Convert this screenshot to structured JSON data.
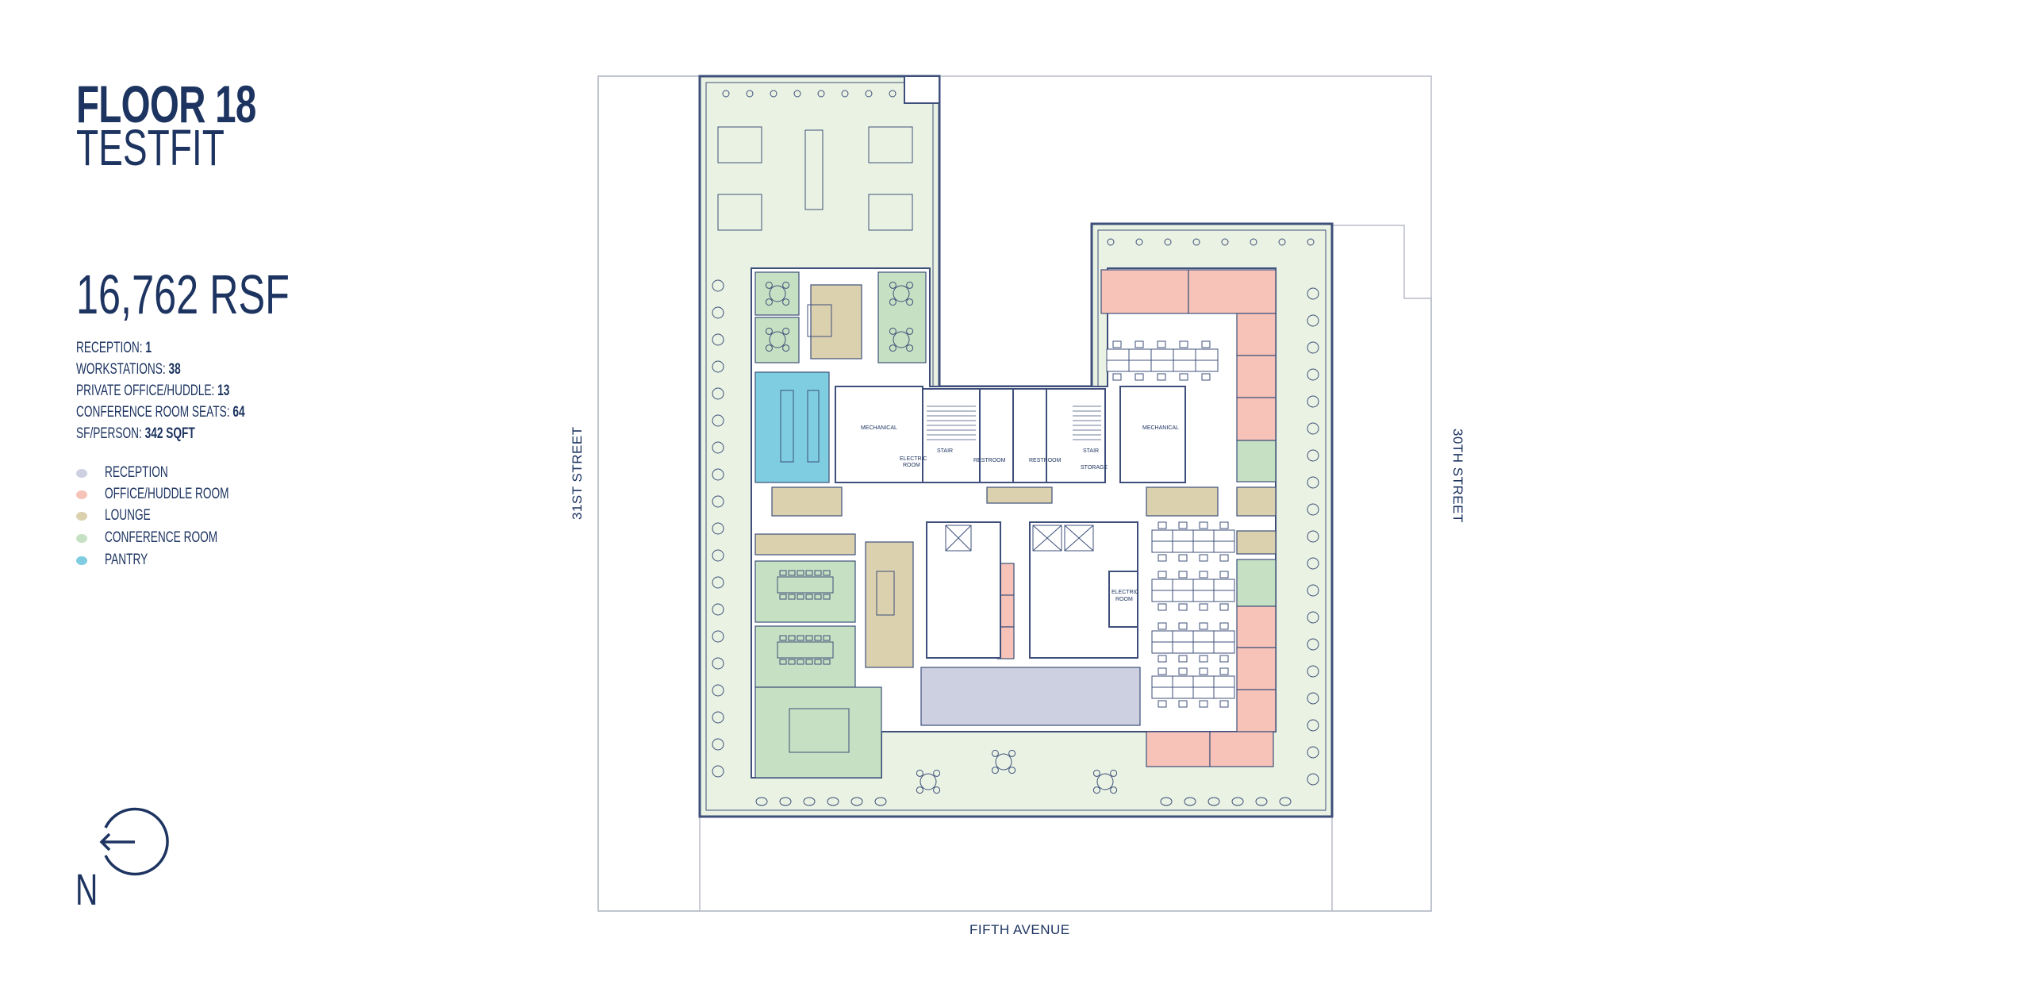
{
  "title": {
    "line1": "FLOOR 18",
    "line2": "TESTFIT"
  },
  "area": "16,762 RSF",
  "stats": [
    {
      "label": "RECEPTION: ",
      "value": "1"
    },
    {
      "label": "WORKSTATIONS: ",
      "value": "38"
    },
    {
      "label": "PRIVATE OFFICE/HUDDLE: ",
      "value": "13"
    },
    {
      "label": "CONFERENCE ROOM SEATS: ",
      "value": "64"
    },
    {
      "label": "SF/PERSON: ",
      "value": "342 SQFT"
    }
  ],
  "legend": [
    {
      "label": "RECEPTION",
      "color": "#ccd0e0"
    },
    {
      "label": "OFFICE/HUDDLE ROOM",
      "color": "#f7c3b9"
    },
    {
      "label": "LOUNGE",
      "color": "#dcd1ae"
    },
    {
      "label": "CONFERENCE ROOM",
      "color": "#c5e0c2"
    },
    {
      "label": "PANTRY",
      "color": "#7fcde0"
    }
  ],
  "compass": {
    "label": "N",
    "icon": "north-arrow-icon"
  },
  "streets": {
    "west": "31ST STREET",
    "east": "30TH STREET",
    "south": "FIFTH AVENUE"
  },
  "rooms": {
    "mechanical": "MECHANICAL",
    "electric_room_1": "ELECTRIC",
    "electric_room_2": "ROOM",
    "stair": "STAIR",
    "restroom": "RESTROOM",
    "storage": "STORAGE"
  },
  "colors": {
    "navy": "#1d3461",
    "terrace": "#eaf3e3",
    "line": "#3d4f7a"
  }
}
